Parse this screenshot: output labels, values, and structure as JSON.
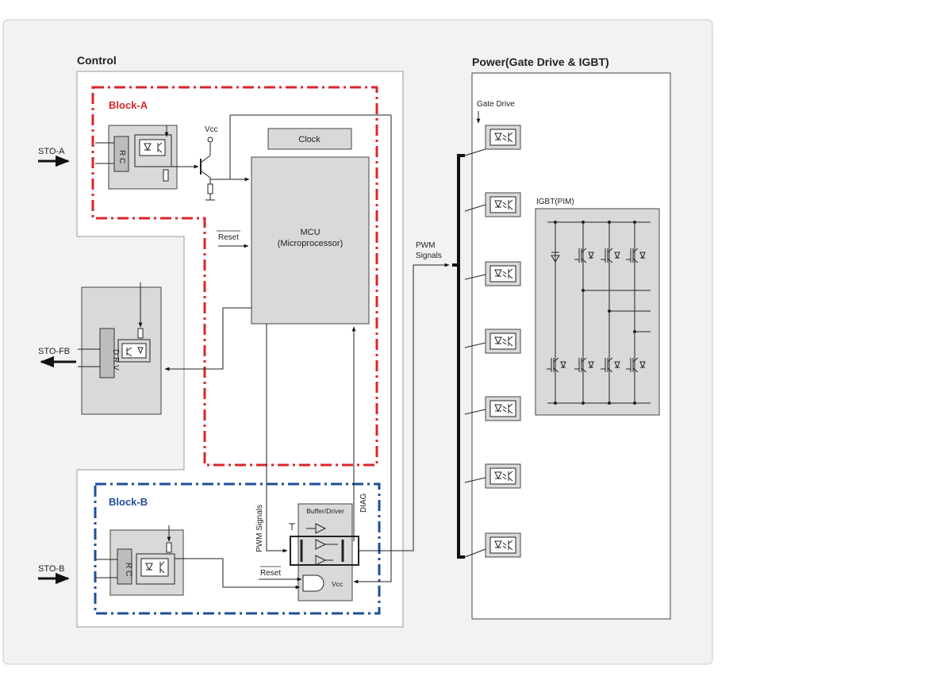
{
  "control": {
    "title": "Control",
    "block_a": "Block-A",
    "block_b": "Block-B",
    "clock": "Clock",
    "mcu": "MCU",
    "mcu_sub": "(Microprocessor)",
    "vcc": "Vcc",
    "reset": "Reset",
    "reset_b": "Reset",
    "sto_a": "STO-A",
    "sto_b": "STO-B",
    "sto_fb": "STO-FB",
    "rc": "R C",
    "rc_b": "R C",
    "drv": "D R V",
    "pwm_signals_vertical": "PWM Signals",
    "diag": "DIAG",
    "buffer_driver": "Buffer/Driver",
    "vcc_b": "Vcc"
  },
  "pwm": {
    "line1": "PWM",
    "line2": "Signals"
  },
  "power": {
    "title": "Power(Gate Drive & IGBT)",
    "gate_drive": "Gate Drive",
    "igbt_pim": "IGBT(PIM)"
  },
  "colors": {
    "block_a": "#d9262b",
    "block_b": "#1f4e9a",
    "panel_bg": "#f2f2f2",
    "component_fill": "#d9d9d9",
    "line": "#111111"
  }
}
